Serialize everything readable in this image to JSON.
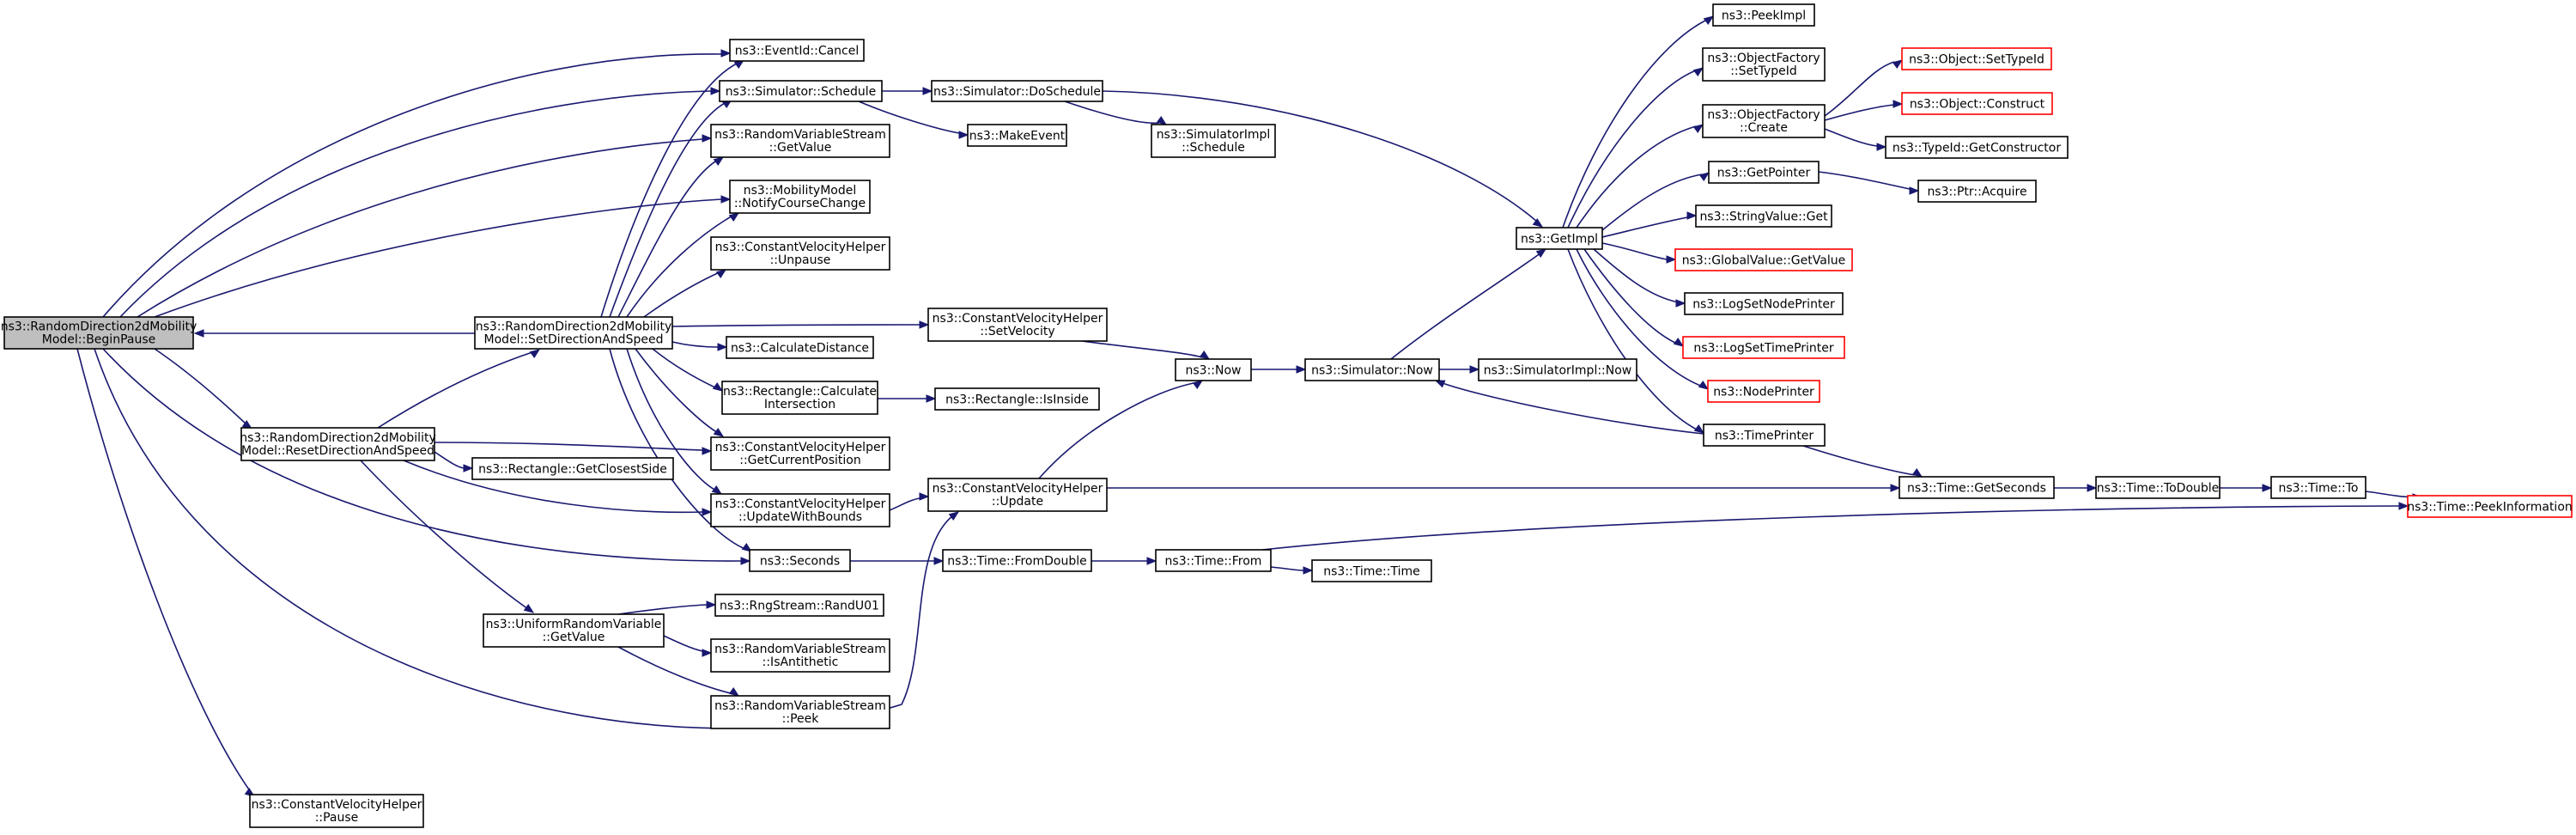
{
  "graph": {
    "edge_color": "#191970",
    "root_fill": "#bfbfbf",
    "truncated_border_color": "#ff0000",
    "nodes": [
      {
        "id": "root",
        "lines": [
          "ns3::RandomDirection2dMobility",
          "Model::BeginPause"
        ],
        "root": true
      },
      {
        "id": "setdir",
        "lines": [
          "ns3::RandomDirection2dMobility",
          "Model::SetDirectionAndSpeed"
        ]
      },
      {
        "id": "reset",
        "lines": [
          "ns3::RandomDirection2dMobility",
          "Model::ResetDirectionAndSpeed"
        ]
      },
      {
        "id": "cvpause",
        "lines": [
          "ns3::ConstantVelocityHelper",
          "::Pause"
        ]
      },
      {
        "id": "eventcancel",
        "lines": [
          "ns3::EventId::Cancel"
        ]
      },
      {
        "id": "simschedule",
        "lines": [
          "ns3::Simulator::Schedule"
        ]
      },
      {
        "id": "rvsget",
        "lines": [
          "ns3::RandomVariableStream",
          "::GetValue"
        ]
      },
      {
        "id": "mmnotify",
        "lines": [
          "ns3::MobilityModel",
          "::NotifyCourseChange"
        ]
      },
      {
        "id": "cvunpause",
        "lines": [
          "ns3::ConstantVelocityHelper",
          "::Unpause"
        ]
      },
      {
        "id": "calcdist",
        "lines": [
          "ns3::CalculateDistance"
        ]
      },
      {
        "id": "rectcalc",
        "lines": [
          "ns3::Rectangle::Calculate",
          "Intersection"
        ]
      },
      {
        "id": "cvgetpos",
        "lines": [
          "ns3::ConstantVelocityHelper",
          "::GetCurrentPosition"
        ]
      },
      {
        "id": "rectclosest",
        "lines": [
          "ns3::Rectangle::GetClosestSide"
        ]
      },
      {
        "id": "cvupdbounds",
        "lines": [
          "ns3::ConstantVelocityHelper",
          "::UpdateWithBounds"
        ]
      },
      {
        "id": "seconds",
        "lines": [
          "ns3::Seconds"
        ]
      },
      {
        "id": "urvget",
        "lines": [
          "ns3::UniformRandomVariable",
          "::GetValue"
        ]
      },
      {
        "id": "rngrand",
        "lines": [
          "ns3::RngStream::RandU01"
        ]
      },
      {
        "id": "rvsanti",
        "lines": [
          "ns3::RandomVariableStream",
          "::IsAntithetic"
        ]
      },
      {
        "id": "rvspeek",
        "lines": [
          "ns3::RandomVariableStream",
          "::Peek"
        ]
      },
      {
        "id": "simdosched",
        "lines": [
          "ns3::Simulator::DoSchedule"
        ]
      },
      {
        "id": "makeevent",
        "lines": [
          "ns3::MakeEvent"
        ]
      },
      {
        "id": "simimplsched",
        "lines": [
          "ns3::SimulatorImpl",
          "::Schedule"
        ]
      },
      {
        "id": "cvsetvel",
        "lines": [
          "ns3::ConstantVelocityHelper",
          "::SetVelocity"
        ]
      },
      {
        "id": "rectinside",
        "lines": [
          "ns3::Rectangle::IsInside"
        ]
      },
      {
        "id": "cvupdate",
        "lines": [
          "ns3::ConstantVelocityHelper",
          "::Update"
        ]
      },
      {
        "id": "timefromdbl",
        "lines": [
          "ns3::Time::FromDouble"
        ]
      },
      {
        "id": "now",
        "lines": [
          "ns3::Now"
        ]
      },
      {
        "id": "simnow",
        "lines": [
          "ns3::Simulator::Now"
        ]
      },
      {
        "id": "simimplnow",
        "lines": [
          "ns3::SimulatorImpl::Now"
        ]
      },
      {
        "id": "timefrom",
        "lines": [
          "ns3::Time::From"
        ]
      },
      {
        "id": "timetime",
        "lines": [
          "ns3::Time::Time"
        ]
      },
      {
        "id": "getimpl",
        "lines": [
          "ns3::GetImpl"
        ]
      },
      {
        "id": "peekimpl",
        "lines": [
          "ns3::PeekImpl"
        ]
      },
      {
        "id": "objfsettid",
        "lines": [
          "ns3::ObjectFactory",
          "::SetTypeId"
        ]
      },
      {
        "id": "objfcreate",
        "lines": [
          "ns3::ObjectFactory",
          "::Create"
        ]
      },
      {
        "id": "getpointer",
        "lines": [
          "ns3::GetPointer"
        ]
      },
      {
        "id": "strvalget",
        "lines": [
          "ns3::StringValue::Get"
        ]
      },
      {
        "id": "globalval",
        "lines": [
          "ns3::GlobalValue::GetValue"
        ],
        "truncated": true
      },
      {
        "id": "logsetnode",
        "lines": [
          "ns3::LogSetNodePrinter"
        ]
      },
      {
        "id": "logsettime",
        "lines": [
          "ns3::LogSetTimePrinter"
        ],
        "truncated": true
      },
      {
        "id": "nodeprinter",
        "lines": [
          "ns3::NodePrinter"
        ],
        "truncated": true
      },
      {
        "id": "timeprinter",
        "lines": [
          "ns3::TimePrinter"
        ]
      },
      {
        "id": "objsettid",
        "lines": [
          "ns3::Object::SetTypeId"
        ],
        "truncated": true
      },
      {
        "id": "objconstruct",
        "lines": [
          "ns3::Object::Construct"
        ],
        "truncated": true
      },
      {
        "id": "typeidgetctor",
        "lines": [
          "ns3::TypeId::GetConstructor"
        ]
      },
      {
        "id": "ptracquire",
        "lines": [
          "ns3::Ptr::Acquire"
        ]
      },
      {
        "id": "timegetsec",
        "lines": [
          "ns3::Time::GetSeconds"
        ]
      },
      {
        "id": "timetodbl",
        "lines": [
          "ns3::Time::ToDouble"
        ]
      },
      {
        "id": "timeto",
        "lines": [
          "ns3::Time::To"
        ]
      },
      {
        "id": "timepeek",
        "lines": [
          "ns3::Time::PeekInformation"
        ],
        "truncated": true
      }
    ]
  }
}
